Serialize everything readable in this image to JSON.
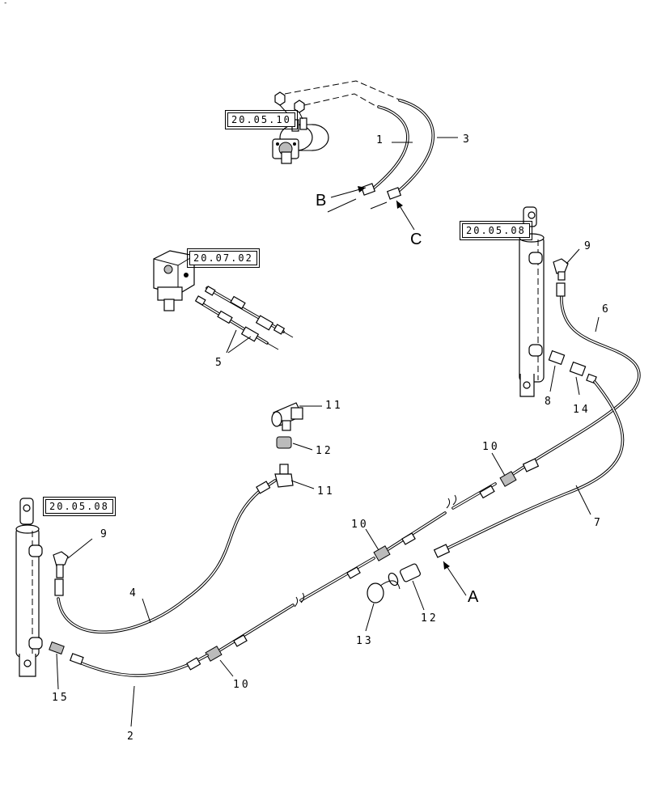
{
  "corner_mark": "-",
  "ref_boxes": {
    "motor": "20.05.10",
    "valve": "20.07.02",
    "cyl_right": "20.05.08",
    "cyl_left": "20.05.08"
  },
  "callouts": {
    "c1": "1",
    "c2": "2",
    "c3": "3",
    "c4": "4",
    "c5": "5",
    "c6": "6",
    "c7": "7",
    "c8": "8",
    "c9_right": "9",
    "c9_left": "9",
    "c10_top": "10",
    "c10_mid": "10",
    "c10_bottom": "10",
    "c11_top": "11",
    "c11_bottom": "11",
    "c12_top": "12",
    "c12_bottom": "12",
    "c13": "13",
    "c14": "14",
    "c15": "15"
  },
  "letters": {
    "a": "A",
    "b": "B",
    "c": "C"
  }
}
